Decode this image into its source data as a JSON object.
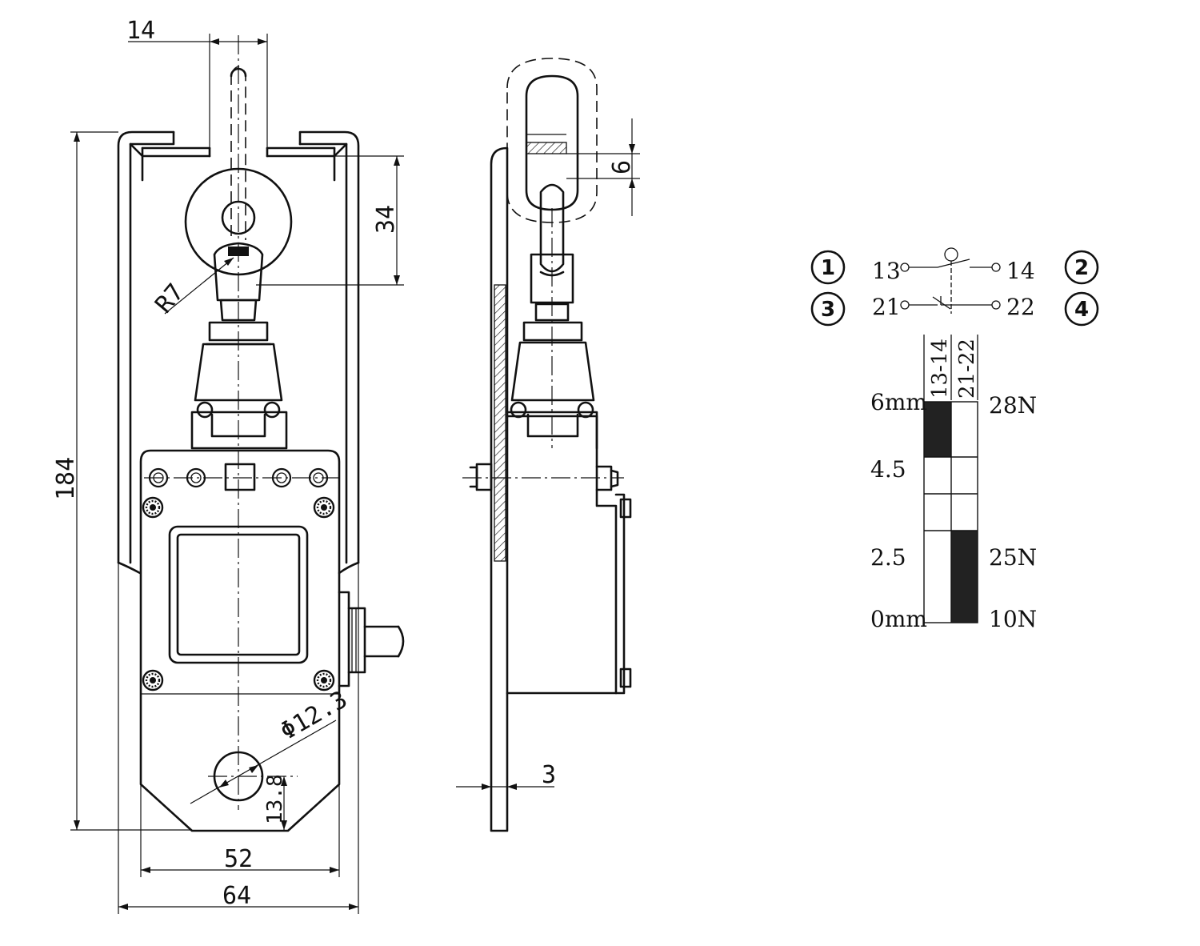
{
  "front_view": {
    "dims": {
      "rod_width": "14",
      "eye_height": "34",
      "radius": "R7",
      "total_height": "184",
      "hole_dia": "Φ12.3",
      "hole_offset": "13.8",
      "inner_width": "52",
      "outer_width": "64"
    }
  },
  "side_view": {
    "dims": {
      "travel": "6",
      "plate_thickness": "3"
    }
  },
  "contacts": {
    "circle_labels": [
      "1",
      "2",
      "3",
      "4"
    ],
    "terminals": [
      "13",
      "14",
      "21",
      "22"
    ],
    "columns": [
      "13-14",
      "21-22"
    ],
    "travel_labels": [
      "6mm",
      "4.5",
      "2.5",
      "0mm"
    ],
    "force_labels": [
      "28N",
      "25N",
      "10N"
    ],
    "col1_black_range_mm": [
      4.5,
      6
    ],
    "col2_black_range_mm": [
      0,
      2.5
    ]
  }
}
